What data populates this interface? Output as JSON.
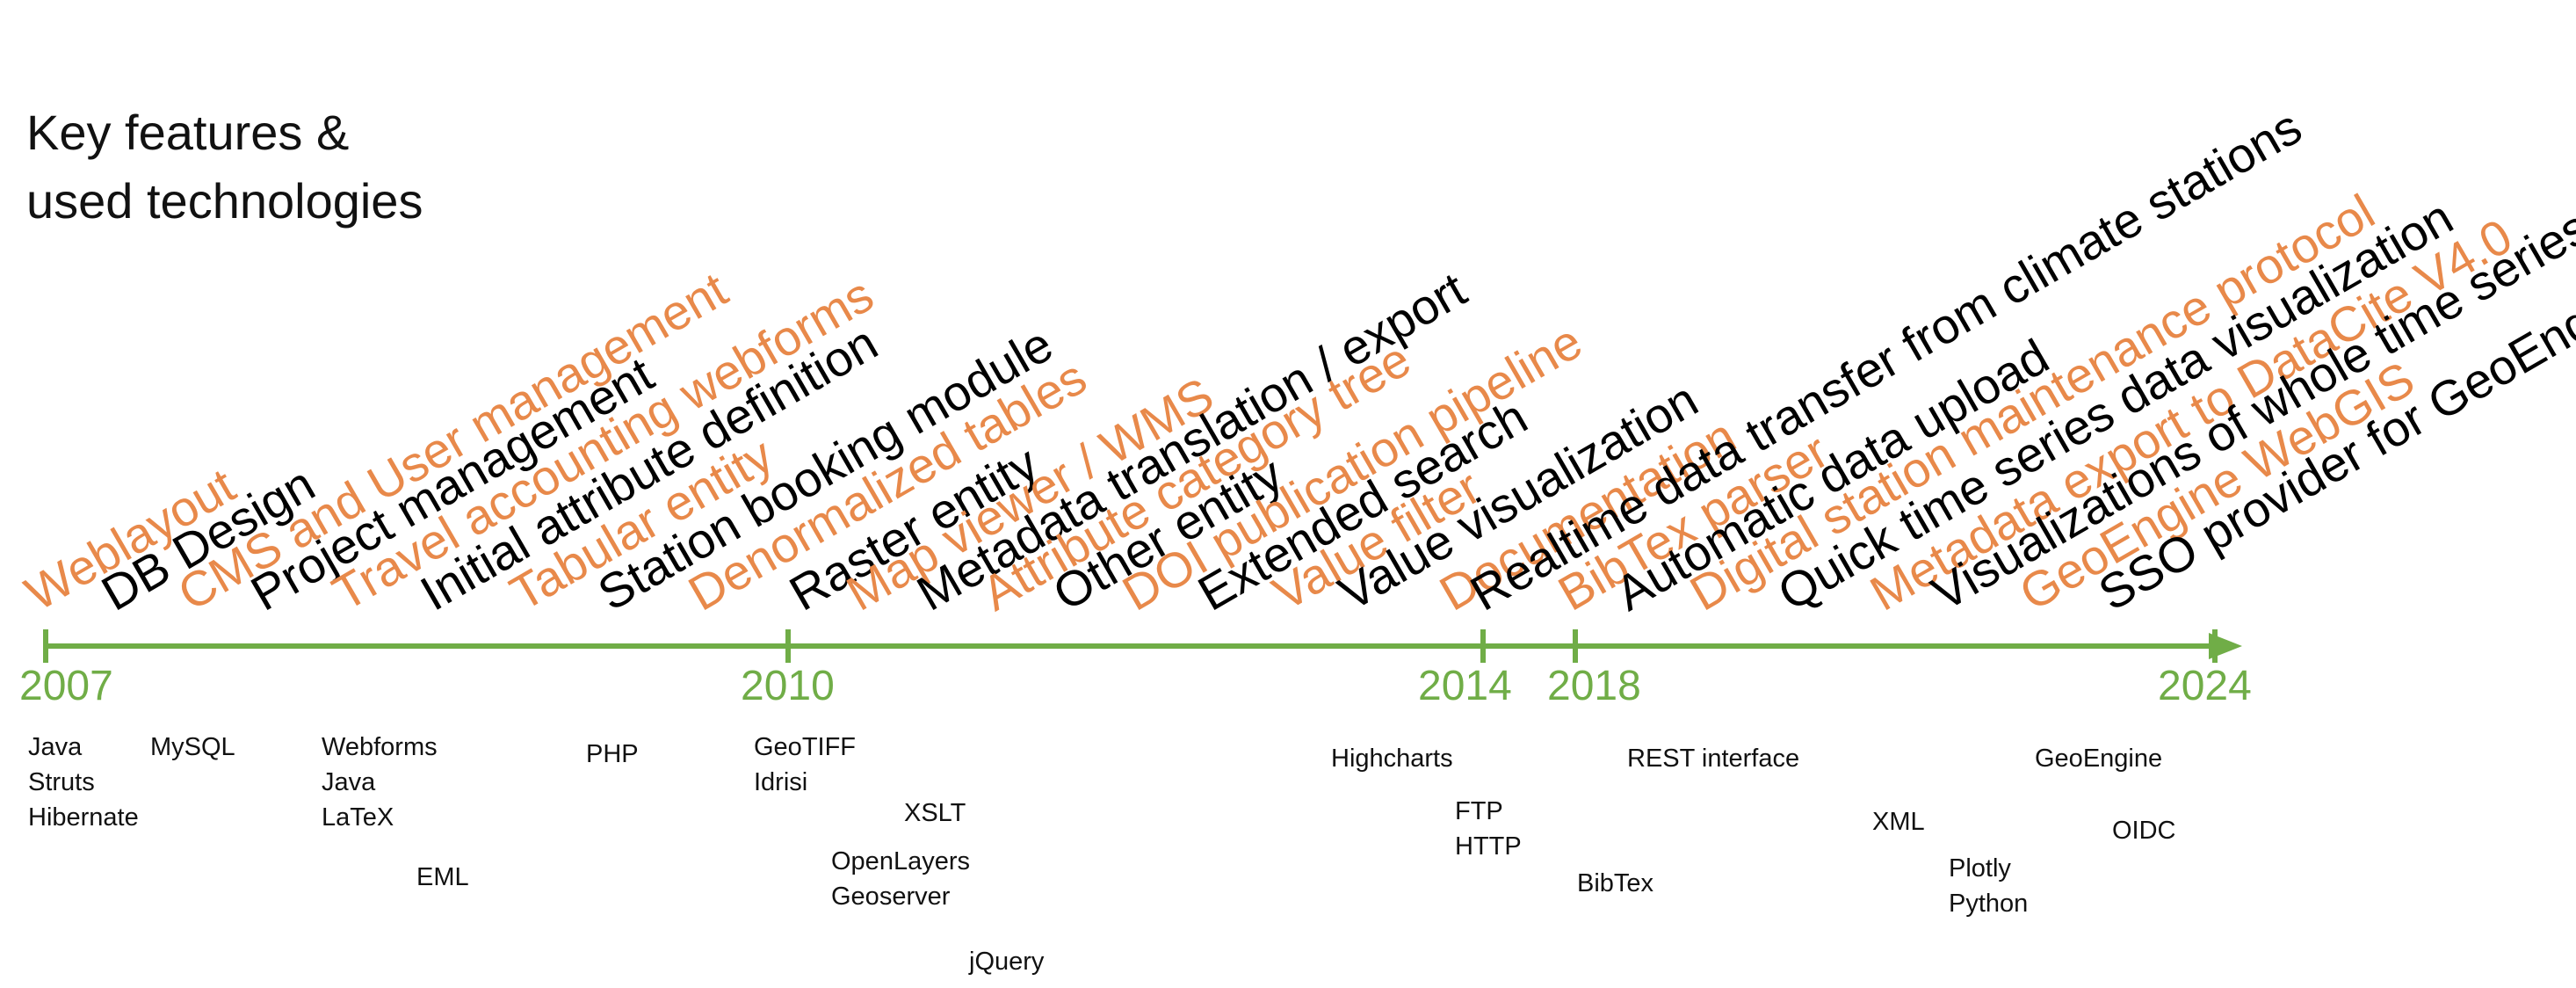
{
  "title": {
    "line1": "Key features &",
    "line2": "used technologies"
  },
  "colors": {
    "timeline": "#70ad47",
    "feature_black": "#000000",
    "feature_orange": "#e8894a"
  },
  "years": [
    "2007",
    "2010",
    "2014",
    "2018",
    "2024"
  ],
  "features": [
    {
      "label": "Weblayout",
      "color": "orange"
    },
    {
      "label": "DB Design",
      "color": "black"
    },
    {
      "label": "CMS and User management",
      "color": "orange"
    },
    {
      "label": "Project management",
      "color": "black"
    },
    {
      "label": "Travel accounting webforms",
      "color": "orange"
    },
    {
      "label": "Initial attribute definition",
      "color": "black"
    },
    {
      "label": "Tabular entity",
      "color": "orange"
    },
    {
      "label": "Station booking module",
      "color": "black"
    },
    {
      "label": "Denormalized tables",
      "color": "orange"
    },
    {
      "label": "Raster entity",
      "color": "black"
    },
    {
      "label": "Map viewer / WMS",
      "color": "orange"
    },
    {
      "label": "Metadata translation / export",
      "color": "black"
    },
    {
      "label": "Attribute category tree",
      "color": "orange"
    },
    {
      "label": "Other entity",
      "color": "black"
    },
    {
      "label": "DOI publication pipeline",
      "color": "orange"
    },
    {
      "label": "Extended search",
      "color": "black"
    },
    {
      "label": "Value filter",
      "color": "orange"
    },
    {
      "label": "Value visualization",
      "color": "black"
    },
    {
      "label": "Documentation",
      "color": "orange"
    },
    {
      "label": "Realtime data transfer from climate stations",
      "color": "black"
    },
    {
      "label": "BibTex parser",
      "color": "orange"
    },
    {
      "label": "Automatic data upload",
      "color": "black"
    },
    {
      "label": "Digital station maintenance protocol",
      "color": "orange"
    },
    {
      "label": "Quick time series data visualization",
      "color": "black"
    },
    {
      "label": "Metadata export to DataCite V4.0",
      "color": "orange"
    },
    {
      "label": "Visualizations of whole time series datasets",
      "color": "black"
    },
    {
      "label": "GeoEngine WebGIS",
      "color": "orange"
    },
    {
      "label": "SSO provider for GeoEngine",
      "color": "black"
    }
  ],
  "technologies": [
    {
      "items": [
        "Java",
        "Struts",
        "Hibernate"
      ]
    },
    {
      "items": [
        "MySQL"
      ]
    },
    {
      "items": [
        "Webforms",
        "Java",
        "LaTeX"
      ]
    },
    {
      "items": [
        "EML"
      ]
    },
    {
      "items": [
        "PHP"
      ]
    },
    {
      "items": [
        "GeoTIFF",
        "Idrisi"
      ]
    },
    {
      "items": [
        "XSLT"
      ]
    },
    {
      "items": [
        "OpenLayers",
        "Geoserver"
      ]
    },
    {
      "items": [
        "jQuery"
      ]
    },
    {
      "items": [
        "Highcharts"
      ]
    },
    {
      "items": [
        "FTP",
        "HTTP"
      ]
    },
    {
      "items": [
        "REST interface"
      ]
    },
    {
      "items": [
        "BibTex"
      ]
    },
    {
      "items": [
        "XML"
      ]
    },
    {
      "items": [
        "Plotly",
        "Python"
      ]
    },
    {
      "items": [
        "GeoEngine"
      ]
    },
    {
      "items": [
        "OIDC"
      ]
    }
  ]
}
